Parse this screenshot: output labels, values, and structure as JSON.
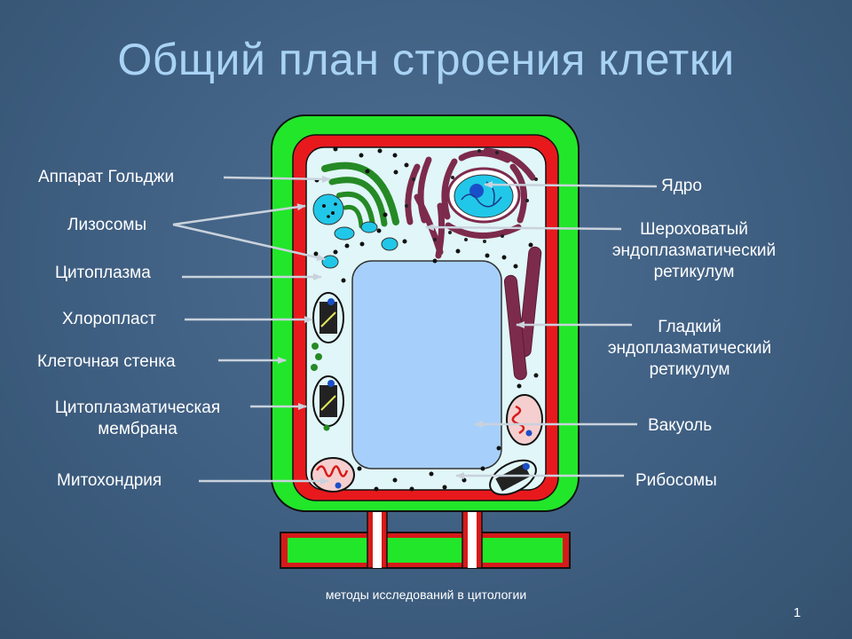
{
  "slide": {
    "title": "Общий план строения клетки",
    "footer": "методы исследований в цитологии",
    "page_number": "1"
  },
  "labels": {
    "golgi": "Аппарат Гольджи",
    "lysosomes": "Лизосомы",
    "cytoplasm": "Цитоплазма",
    "chloroplast": "Хлоропласт",
    "cell_wall": "Клеточная стенка",
    "membrane_line1": "Цитоплазматическая",
    "membrane_line2": "мембрана",
    "mitochondrion": "Митохондрия",
    "nucleus": "Ядро",
    "rough_er_line1": "Шероховатый",
    "rough_er_line2": "эндоплазматический",
    "rough_er_line3": "ретикулум",
    "smooth_er_line1": "Гладкий",
    "smooth_er_line2": "эндоплазматический",
    "smooth_er_line3": "ретикулум",
    "vacuole": "Вакуоль",
    "ribosomes": "Рибосомы"
  },
  "colors": {
    "cell_wall": "#22e62a",
    "membrane": "#e8191d",
    "cytoplasm": "#e1f6f8",
    "vacuole": "#a6d0fb",
    "golgi": "#258a25",
    "er": "#7d2b4c",
    "nucleus": "#21c7e8",
    "title": "#a9d3f5"
  }
}
